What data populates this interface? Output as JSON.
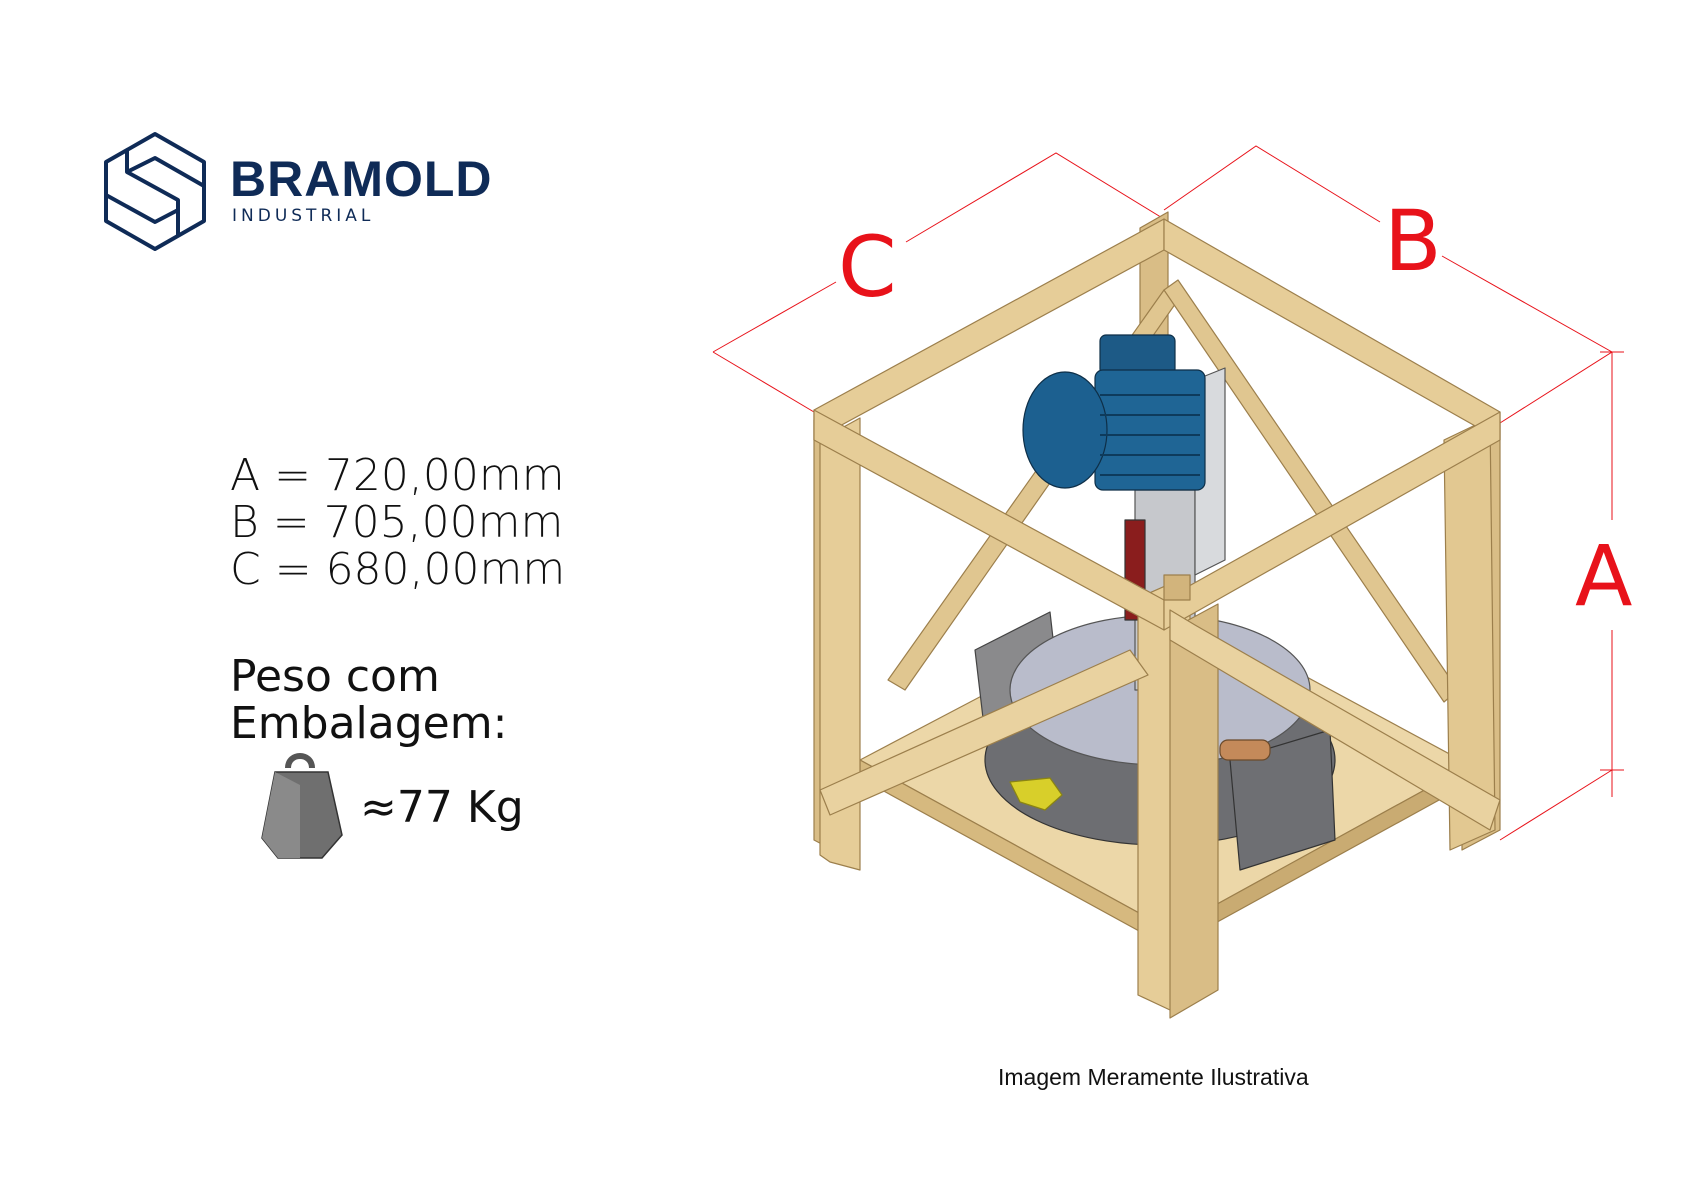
{
  "brand": {
    "name": "BRAMOLD",
    "subtitle": "INDUSTRIAL",
    "color": "#0f2b57"
  },
  "dimensions": {
    "labels": {
      "a": "A",
      "b": "B",
      "c": "C"
    },
    "lines": [
      "A = 720,00mm",
      "B = 705,00mm",
      "C = 680,00mm"
    ],
    "color": "#e8121a"
  },
  "weight": {
    "label_line1": "Peso com",
    "label_line2": "Embalagem:",
    "value": "≈77 Kg",
    "icon": "weight-icon"
  },
  "caption": "Imagem Meramente Ilustrativa"
}
